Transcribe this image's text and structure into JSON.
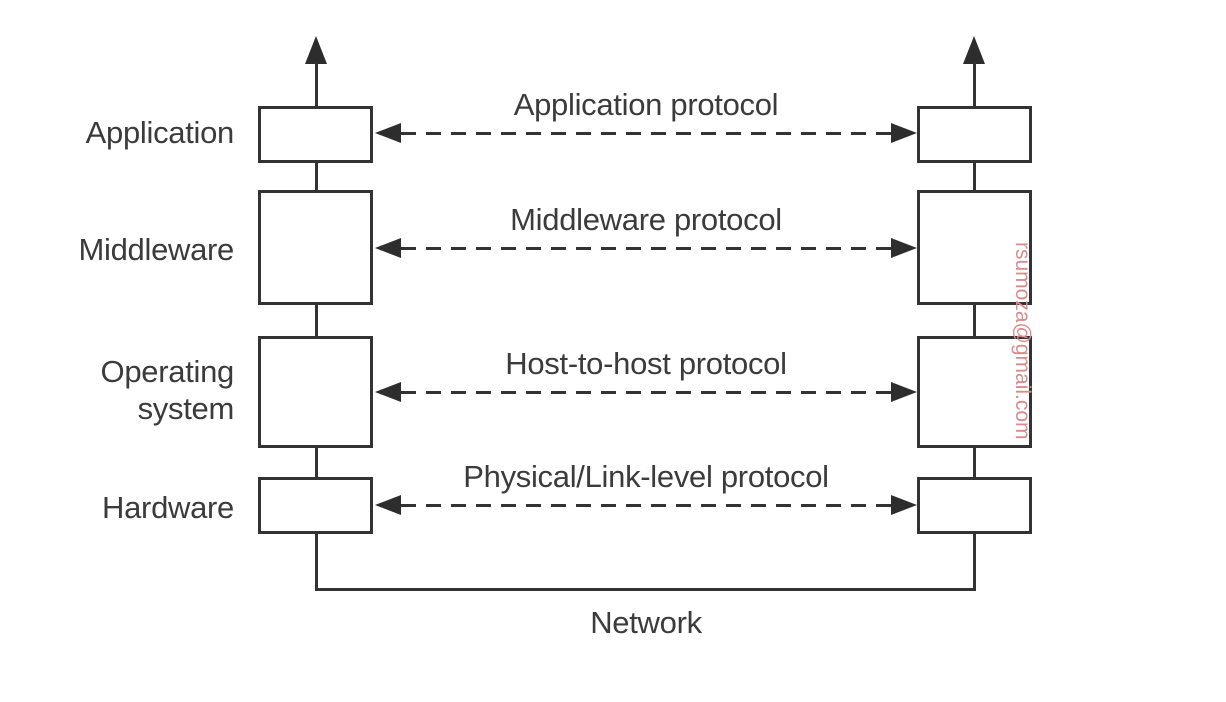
{
  "diagram": {
    "title_hint": "Layered communication with support from lower-level layers",
    "layers": [
      {
        "name": "Application",
        "protocol": "Application protocol"
      },
      {
        "name": "Middleware",
        "protocol": "Middleware protocol"
      },
      {
        "name": "Operating system",
        "protocol": "Host-to-host protocol"
      },
      {
        "name": "Hardware",
        "protocol": "Physical/Link-level protocol"
      }
    ],
    "network_label": "Network",
    "watermark": "rsumoza@gmail.com",
    "colors": {
      "line": "#333333",
      "text": "#3b3b3b",
      "watermark": "#db8b8b",
      "background": "#ffffff"
    }
  }
}
